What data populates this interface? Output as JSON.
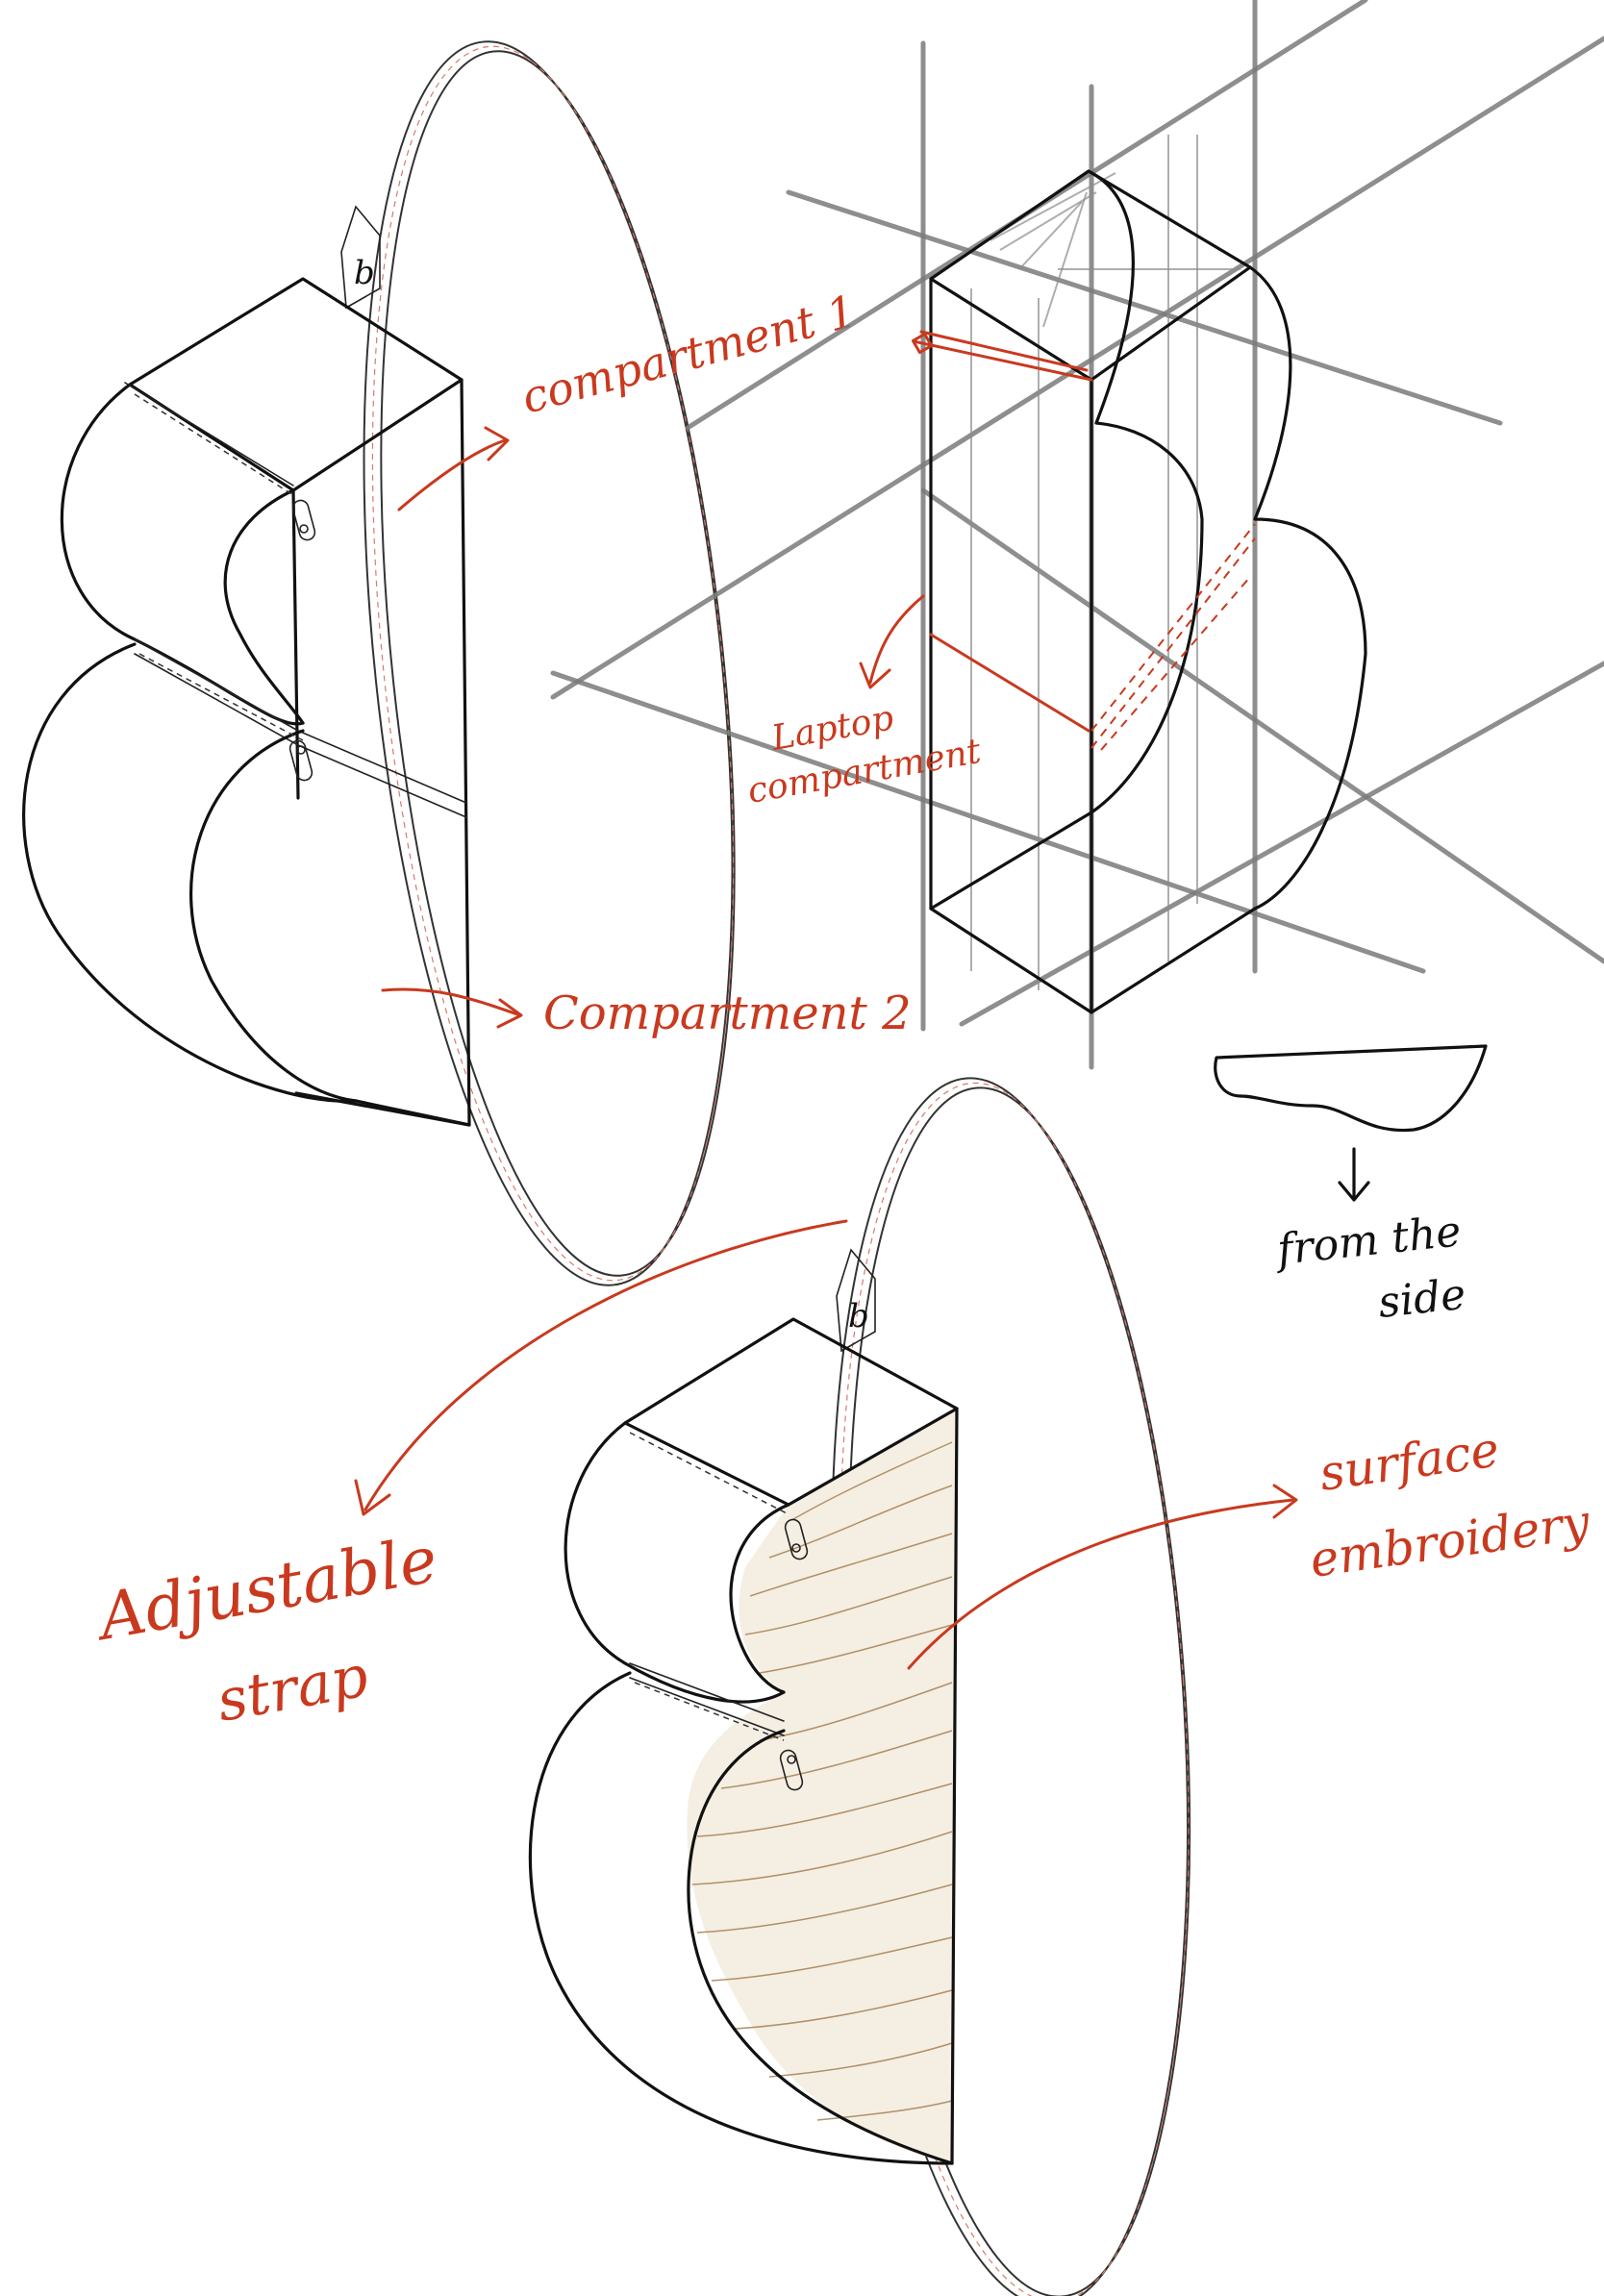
{
  "labels": {
    "compartment_1": "compartment 1",
    "compartment_2": "Compartment 2",
    "laptop_line1": "Laptop",
    "laptop_line2": "compartment",
    "side_line1": "from the",
    "side_line2": "side",
    "adjustable_line1": "Adjustable",
    "adjustable_line2": "strap",
    "surface_line1": "surface",
    "surface_line2": "embroidery",
    "tag_mark": "b"
  },
  "colors": {
    "ink": "#111111",
    "annotation_red": "#c9391e",
    "guide_grey": "#7a7a7a",
    "embroidery": "#a9865a"
  }
}
